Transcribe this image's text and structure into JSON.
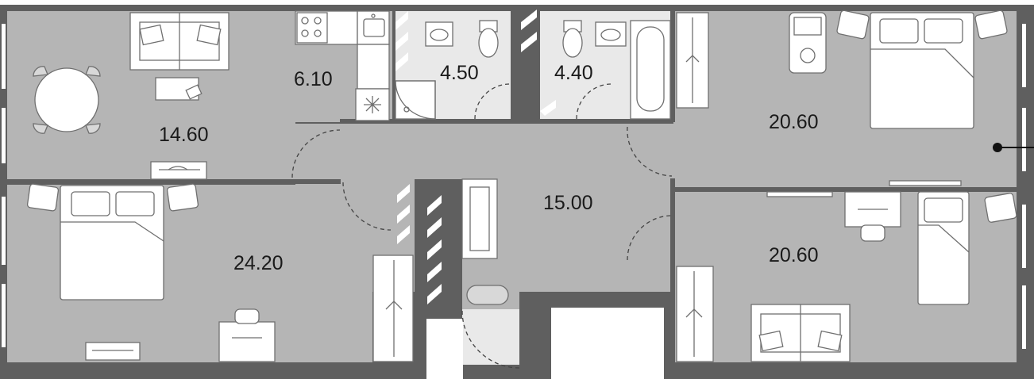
{
  "rooms": [
    {
      "id": "kitchen-living",
      "area": "14.60"
    },
    {
      "id": "kitchen-nook",
      "area": "6.10"
    },
    {
      "id": "bathroom-1",
      "area": "4.50"
    },
    {
      "id": "bathroom-2",
      "area": "4.40"
    },
    {
      "id": "bedroom-ne",
      "area": "20.60"
    },
    {
      "id": "bedroom-sw",
      "area": "24.20"
    },
    {
      "id": "hallway",
      "area": "15.00"
    },
    {
      "id": "bedroom-se",
      "area": "20.60"
    }
  ],
  "colors": {
    "wall": "#5f5f5f",
    "floor": "#b5b5b5",
    "tile": "#e9e9e9",
    "furniture": "#ffffff",
    "entrance_marker": "#111111"
  },
  "icons": [
    "sofa-icon",
    "dining-table-icon",
    "bed-icon",
    "desk-icon",
    "chair-icon",
    "wardrobe-icon",
    "tv-icon",
    "stove-icon",
    "sink-icon",
    "fridge-icon",
    "toilet-icon",
    "bathtub-icon",
    "shower-icon",
    "crib-icon",
    "bench-icon",
    "door-swing-icon",
    "entrance-marker-icon"
  ]
}
